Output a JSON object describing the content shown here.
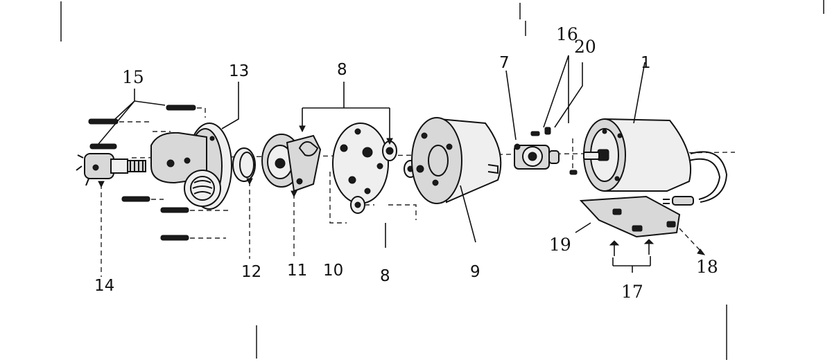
{
  "diagram": {
    "callouts": [
      {
        "id": "c15",
        "text": "15"
      },
      {
        "id": "c13",
        "text": "13"
      },
      {
        "id": "c8top",
        "text": "8"
      },
      {
        "id": "c7",
        "text": "7"
      },
      {
        "id": "c16",
        "text": "16"
      },
      {
        "id": "c20",
        "text": "20"
      },
      {
        "id": "c1",
        "text": "1"
      },
      {
        "id": "c14",
        "text": "14"
      },
      {
        "id": "c12",
        "text": "12"
      },
      {
        "id": "c11",
        "text": "11"
      },
      {
        "id": "c10",
        "text": "10"
      },
      {
        "id": "c8bot",
        "text": "8"
      },
      {
        "id": "c9",
        "text": "9"
      },
      {
        "id": "c19",
        "text": "19"
      },
      {
        "id": "c18",
        "text": "18"
      },
      {
        "id": "c17",
        "text": "17"
      }
    ]
  }
}
